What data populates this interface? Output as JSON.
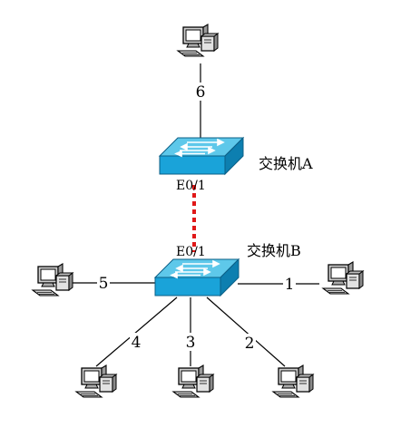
{
  "switches": {
    "a": {
      "label": "交换机A",
      "port": "E0/1"
    },
    "b": {
      "label": "交换机B",
      "port": "E0/1"
    }
  },
  "links": [
    {
      "id": "6",
      "label": "6"
    },
    {
      "id": "5",
      "label": "5"
    },
    {
      "id": "1",
      "label": "1"
    },
    {
      "id": "4",
      "label": "4"
    },
    {
      "id": "3",
      "label": "3"
    },
    {
      "id": "2",
      "label": "2"
    }
  ],
  "colors": {
    "switch_top": "#5ec8ea",
    "switch_front": "#1aa3d9",
    "switch_side": "#0d7fb0",
    "trunk": "#e01818",
    "line": "#000000"
  }
}
